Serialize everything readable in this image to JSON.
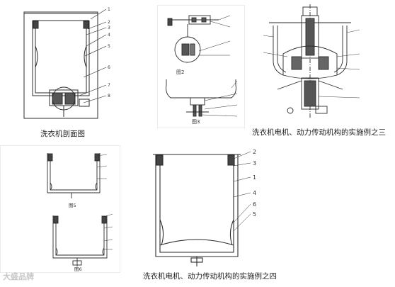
{
  "captions": {
    "section": "洗衣机剖面图",
    "example3": "洗衣机电机、动力传动机构的实施例之三",
    "example4": "洗衣机电机、动力传动机构的实施例之四"
  },
  "panel1": {
    "callouts": [
      "1",
      "2",
      "3",
      "4",
      "5",
      "6",
      "7",
      "8"
    ]
  },
  "panel2": {
    "figure_labels": [
      "图2",
      "图3"
    ]
  },
  "panel4": {
    "figure_labels": [
      "图5",
      "图6"
    ]
  },
  "panel5": {
    "callouts": [
      "2",
      "3",
      "1",
      "4",
      "6",
      "5"
    ]
  },
  "watermark": "大盛品牌",
  "colors": {
    "line": "#2b2b2b",
    "background": "#ffffff"
  }
}
